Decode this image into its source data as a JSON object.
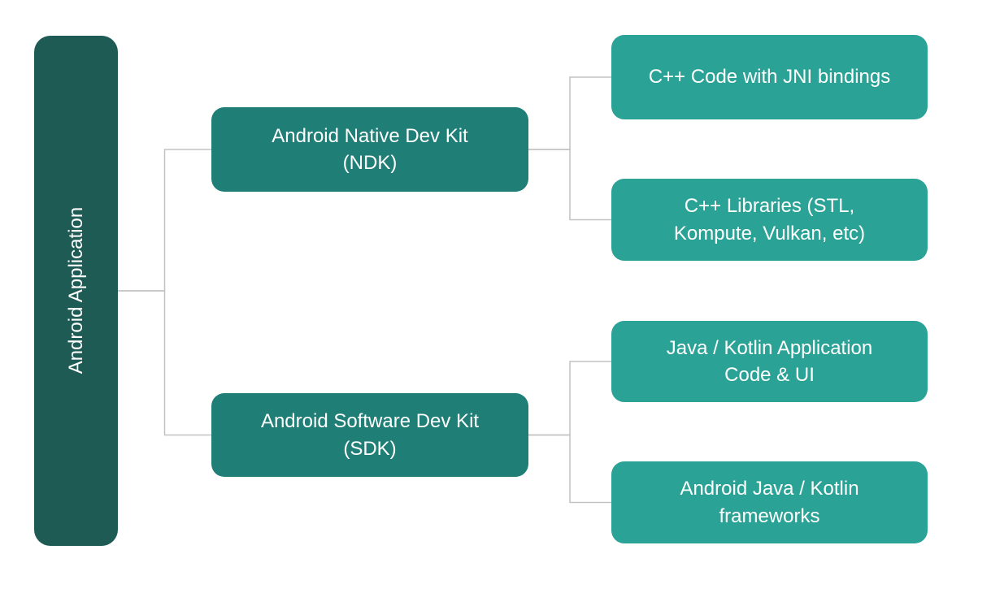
{
  "diagram": {
    "type": "tree",
    "nodes": {
      "root": {
        "label": "Android Application"
      },
      "ndk": {
        "label": "Android Native Dev Kit\n(NDK)"
      },
      "sdk": {
        "label": "Android Software Dev Kit\n(SDK)"
      },
      "cpp_code": {
        "label": "C++ Code with JNI bindings"
      },
      "cpp_libs": {
        "label": "C++ Libraries (STL,\nKompute, Vulkan, etc)"
      },
      "java_app": {
        "label": "Java / Kotlin Application\nCode & UI"
      },
      "java_frameworks": {
        "label": "Android Java / Kotlin\nframeworks"
      }
    },
    "edges": [
      {
        "from": "root",
        "to": "ndk"
      },
      {
        "from": "root",
        "to": "sdk"
      },
      {
        "from": "ndk",
        "to": "cpp_code"
      },
      {
        "from": "ndk",
        "to": "cpp_libs"
      },
      {
        "from": "sdk",
        "to": "java_app"
      },
      {
        "from": "sdk",
        "to": "java_frameworks"
      }
    ],
    "colors": {
      "root-fill": "#1d5b54",
      "mid-fill": "#1f7e76",
      "leaf-fill": "#2aa295",
      "connector": "#c2c2c2",
      "text": "#ffffff",
      "background": "#ffffff"
    }
  }
}
